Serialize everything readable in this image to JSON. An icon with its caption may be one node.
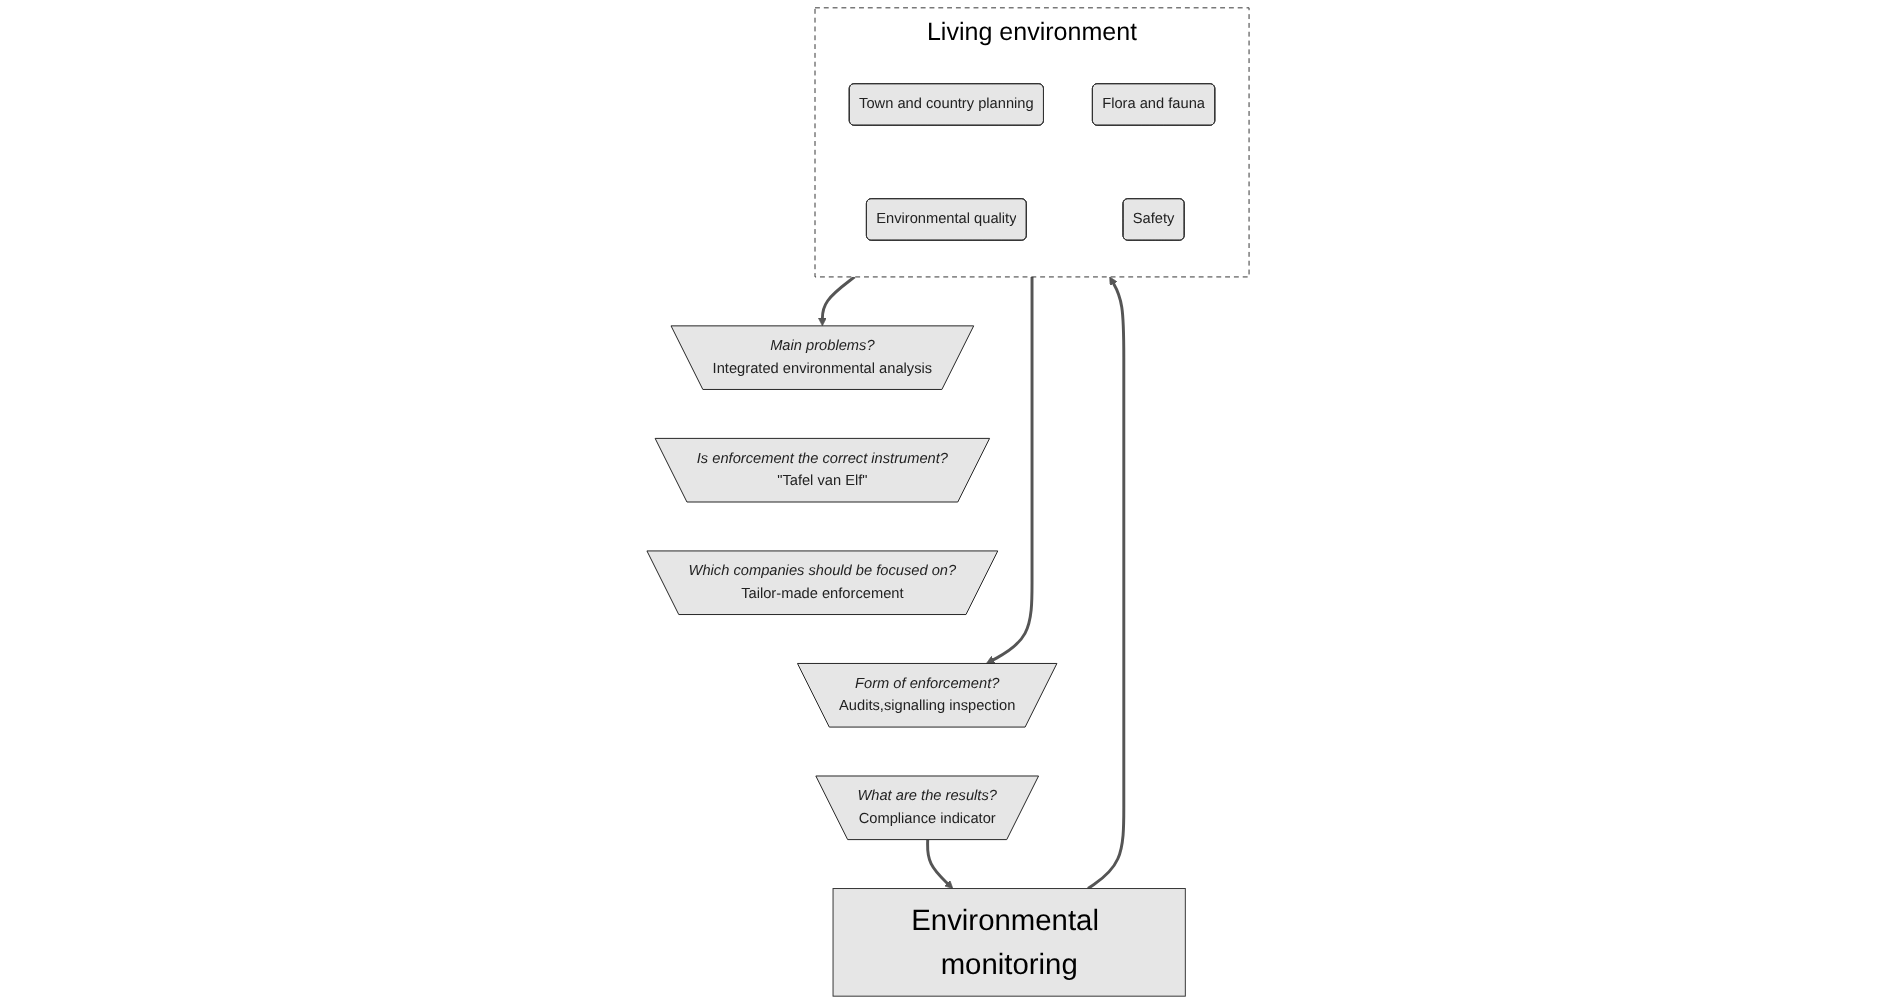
{
  "diagram": {
    "nodes": [
      {
        "text": [
          "Living environment"
        ]
      },
      {
        "text": [
          "Town and country planning"
        ],
        "in": 0
      },
      {
        "text": [
          "Flora and fauna"
        ],
        "in": 0
      },
      {
        "text": [
          "Environmental quality"
        ],
        "in": 0
      },
      {
        "text": [
          "Safety"
        ],
        "in": 0
      },
      {
        "text": [
          "Main problems?",
          "Integrated environmental analysis"
        ]
      },
      {
        "text": [
          "Is enforcement the correct instrument?",
          "\"Tafel van Elf\""
        ]
      },
      {
        "text": [
          "Which companies should be focused on?",
          "Tailor-made enforcement"
        ]
      },
      {
        "text": [
          "Form of enforcement?",
          "Audits,signalling inspection"
        ]
      },
      {
        "text": [
          "What are the results?",
          "Compliance indicator"
        ]
      },
      {
        "text": [
          "Environmental monitoring"
        ]
      }
    ],
    "edges": [
      {
        "from": 0,
        "to": 5,
        "arrow": "to"
      },
      {
        "from": 0,
        "to": 8,
        "arrow": "to"
      },
      {
        "from": 9,
        "to": 10,
        "arrow": "to"
      },
      {
        "from": 10,
        "to": 0,
        "arrow": "to"
      }
    ]
  }
}
